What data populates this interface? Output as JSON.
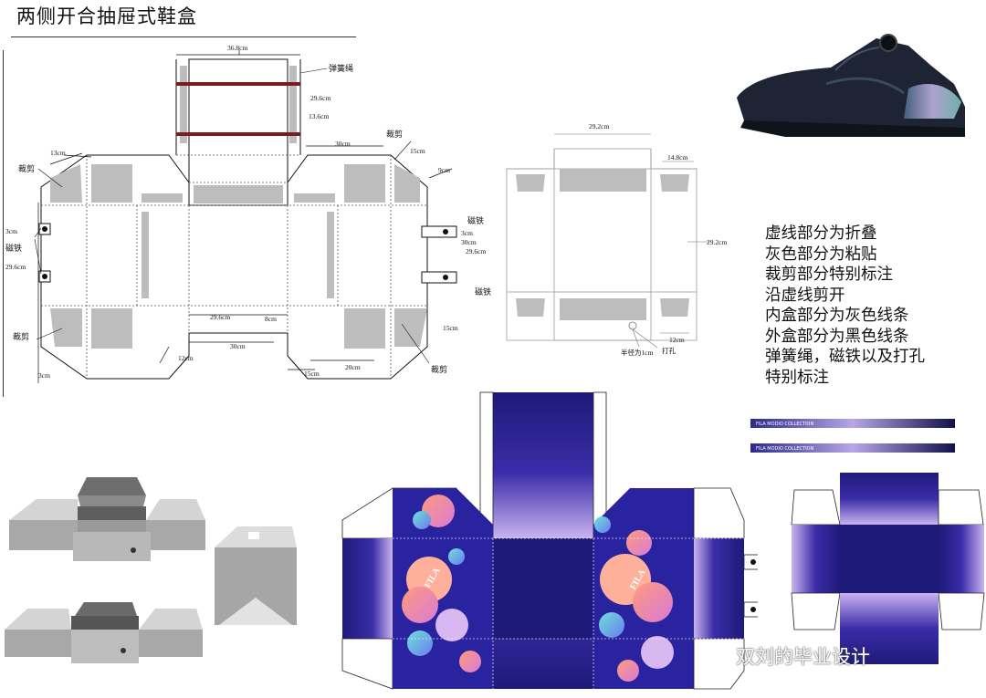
{
  "title": "两侧开合抽屉式鞋盒",
  "notes": [
    "虚线部分为折叠",
    "灰色部分为粘贴",
    "裁剪部分特别标注",
    "沿虚线剪开",
    "内盒部分为灰色线条",
    "外盒部分为黑色线条",
    "弹簧绳，磁铁以及打孔",
    "特别标注"
  ],
  "outer_dieline": {
    "dims": {
      "d_36_8": "36.8cm",
      "d_29_6_top": "29.6cm",
      "d_13_6": "13.6cm",
      "d_30_top": "30cm",
      "d_15_tr": "15cm",
      "d_9": "9cm",
      "d_13": "13cm",
      "d_3_left": "3cm",
      "d_29_6_left": "29.6cm",
      "d_3_right": "3cm",
      "d_30_right": "30cm",
      "d_29_6_right": "29.6cm",
      "d_29_6_bottom": "29.6cm",
      "d_8": "8cm",
      "d_15_br": "15cm",
      "d_30_bottom": "30cm",
      "d_12": "12cm",
      "d_20": "20cm",
      "d_15_bottom": "15cm",
      "d_3_bottom": "3cm"
    },
    "labels": {
      "spring_cord": "弹簧绳",
      "cut_tl": "裁剪",
      "cut_tr": "裁剪",
      "cut_bl": "裁剪",
      "cut_br": "裁剪",
      "magnet_left": "磁铁",
      "magnet_right_top": "磁铁",
      "magnet_right_bottom": "磁铁"
    }
  },
  "inner_dieline": {
    "dims": {
      "d_29_2_top": "29.2cm",
      "d_14_8": "14.8cm",
      "d_29_2_right": "29.2cm",
      "d_12": "12cm",
      "radius": "半径为1cm",
      "punch": "打孔"
    }
  },
  "band_text": "FILA MODIO COLLECTION",
  "watermark": "双刘的毕业设计",
  "colors": {
    "glue_gray": "#bdbdbd",
    "cord_red": "#7a1c1c",
    "navy": "#1e1a7a",
    "lavender": "#c9b3f0"
  }
}
